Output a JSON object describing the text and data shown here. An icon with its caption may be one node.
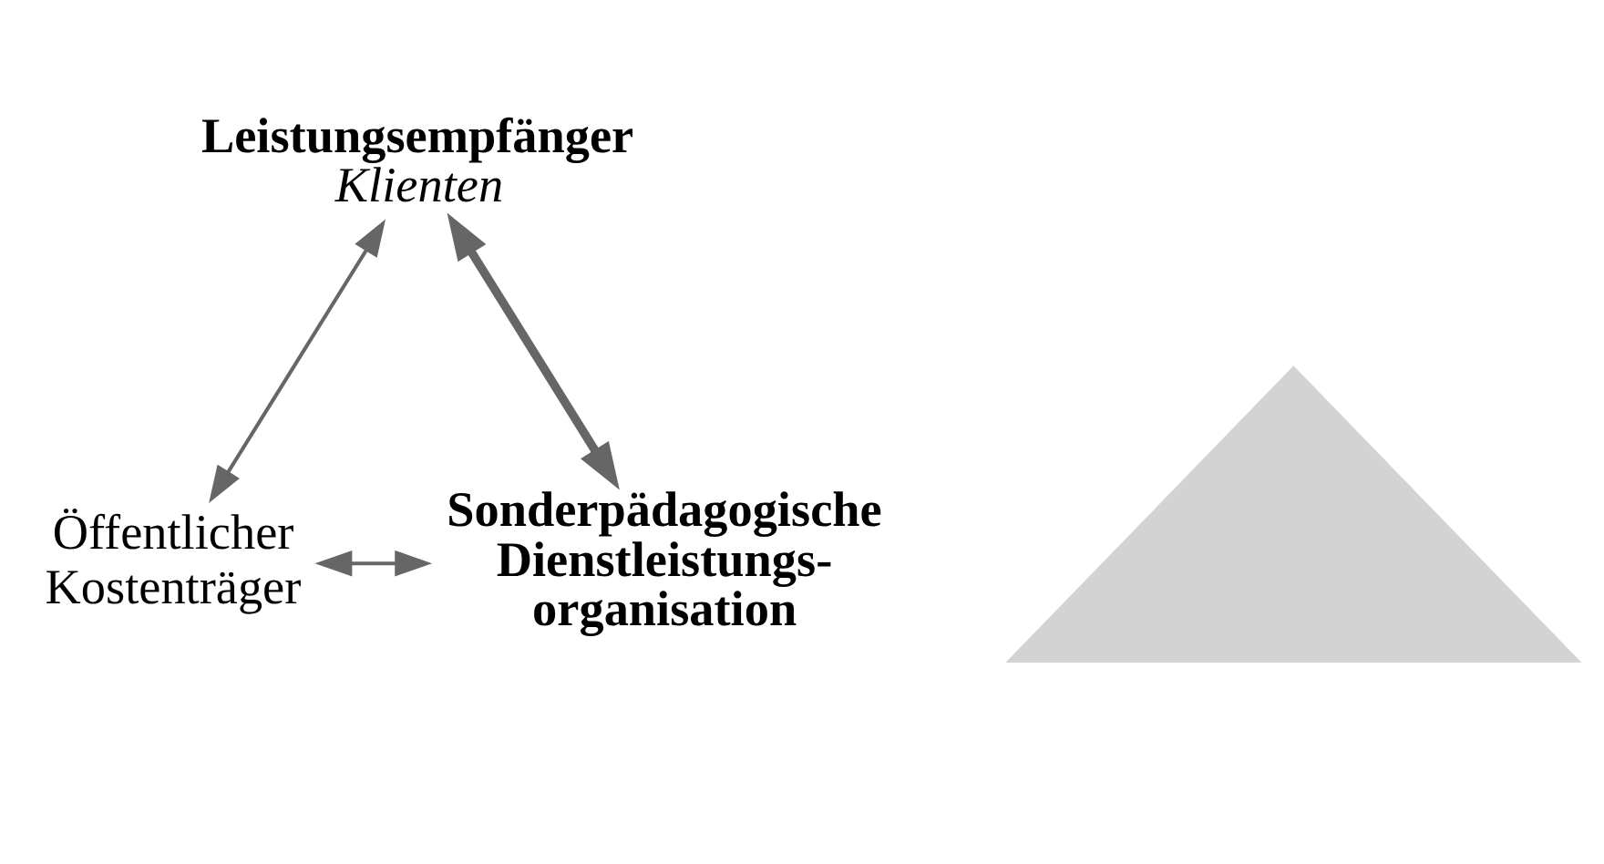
{
  "diagram": {
    "nodes": [
      {
        "text": [
          "Leistungsempfänger",
          "Klienten"
        ]
      },
      {
        "text": [
          "Sonderpädagogische Dienstleistungs- organisation"
        ]
      },
      {
        "text": [
          "Öffentlicher Kostenträger"
        ]
      },
      {
        "text": [],
        "shape": "triangle"
      }
    ],
    "edges": [
      {
        "from": 0,
        "to": 2,
        "arrow": "both"
      },
      {
        "from": 0,
        "to": 1,
        "arrow": "both",
        "style": "thick"
      },
      {
        "from": 2,
        "to": 1,
        "arrow": "both"
      }
    ]
  }
}
